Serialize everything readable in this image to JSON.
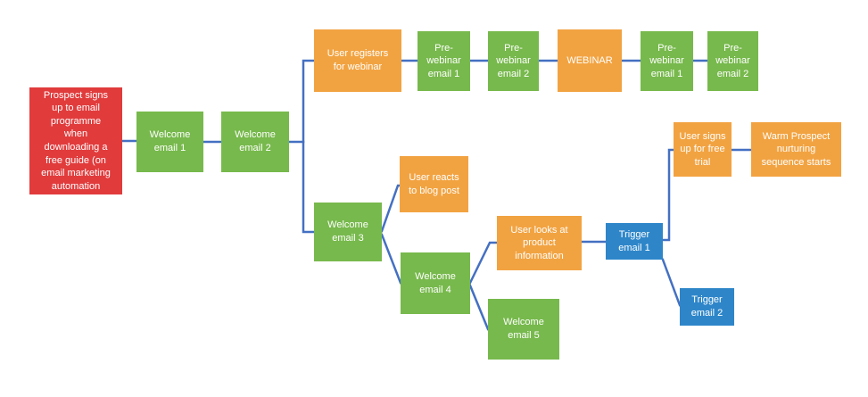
{
  "diagram": {
    "type": "flowchart",
    "colors": {
      "red": "#E13B3C",
      "green": "#77B94C",
      "orange": "#F2A341",
      "blue": "#2E86C9",
      "connector": "#4470C2",
      "text": "#FFFFFF",
      "background": "#FFFFFF"
    },
    "nodes": [
      {
        "id": "prospect-signup",
        "color": "red",
        "label": "Prospect signs\nup to email\nprogramme\nwhen\ndownloading a\nfree guide (on\nemail marketing\nautomation"
      },
      {
        "id": "welcome-email-1",
        "color": "green",
        "label": "Welcome\nemail 1"
      },
      {
        "id": "welcome-email-2",
        "color": "green",
        "label": "Welcome\nemail 2"
      },
      {
        "id": "user-registers-webinar",
        "color": "orange",
        "label": "User registers\nfor webinar"
      },
      {
        "id": "pre-webinar-email-1",
        "color": "green",
        "label": "Pre-\nwebinar\nemail 1"
      },
      {
        "id": "pre-webinar-email-2",
        "color": "green",
        "label": "Pre-\nwebinar\nemail 2"
      },
      {
        "id": "webinar",
        "color": "orange",
        "label": "WEBINAR"
      },
      {
        "id": "pre-webinar-email-1-after",
        "color": "green",
        "label": "Pre-\nwebinar\nemail 1"
      },
      {
        "id": "pre-webinar-email-2-after",
        "color": "green",
        "label": "Pre-\nwebinar\nemail 2"
      },
      {
        "id": "welcome-email-3",
        "color": "green",
        "label": "Welcome\nemail 3"
      },
      {
        "id": "user-reacts-blog-post",
        "color": "orange",
        "label": "User reacts\nto blog post"
      },
      {
        "id": "welcome-email-4",
        "color": "green",
        "label": "Welcome\nemail 4"
      },
      {
        "id": "user-looks-product-info",
        "color": "orange",
        "label": "User looks at\nproduct\ninformation"
      },
      {
        "id": "welcome-email-5",
        "color": "green",
        "label": "Welcome\nemail 5"
      },
      {
        "id": "trigger-email-1",
        "color": "blue",
        "label": "Trigger\nemail 1"
      },
      {
        "id": "user-signs-up-free-trial",
        "color": "orange",
        "label": "User signs\nup for free\ntrial"
      },
      {
        "id": "warm-prospect-nurturing",
        "color": "orange",
        "label": "Warm Prospect\nnurturing\nsequence starts"
      },
      {
        "id": "trigger-email-2",
        "color": "blue",
        "label": "Trigger\nemail 2"
      }
    ],
    "edges": [
      {
        "from": "prospect-signup",
        "to": "welcome-email-1"
      },
      {
        "from": "welcome-email-1",
        "to": "welcome-email-2"
      },
      {
        "from": "welcome-email-2",
        "to": "user-registers-webinar"
      },
      {
        "from": "welcome-email-2",
        "to": "welcome-email-3"
      },
      {
        "from": "user-registers-webinar",
        "to": "pre-webinar-email-1"
      },
      {
        "from": "pre-webinar-email-1",
        "to": "pre-webinar-email-2"
      },
      {
        "from": "pre-webinar-email-2",
        "to": "webinar"
      },
      {
        "from": "webinar",
        "to": "pre-webinar-email-1-after"
      },
      {
        "from": "pre-webinar-email-1-after",
        "to": "pre-webinar-email-2-after"
      },
      {
        "from": "welcome-email-3",
        "to": "user-reacts-blog-post"
      },
      {
        "from": "welcome-email-3",
        "to": "welcome-email-4"
      },
      {
        "from": "welcome-email-4",
        "to": "user-looks-product-info"
      },
      {
        "from": "welcome-email-4",
        "to": "welcome-email-5"
      },
      {
        "from": "user-looks-product-info",
        "to": "trigger-email-1"
      },
      {
        "from": "trigger-email-1",
        "to": "user-signs-up-free-trial"
      },
      {
        "from": "trigger-email-1",
        "to": "trigger-email-2"
      },
      {
        "from": "user-signs-up-free-trial",
        "to": "warm-prospect-nurturing"
      }
    ]
  }
}
